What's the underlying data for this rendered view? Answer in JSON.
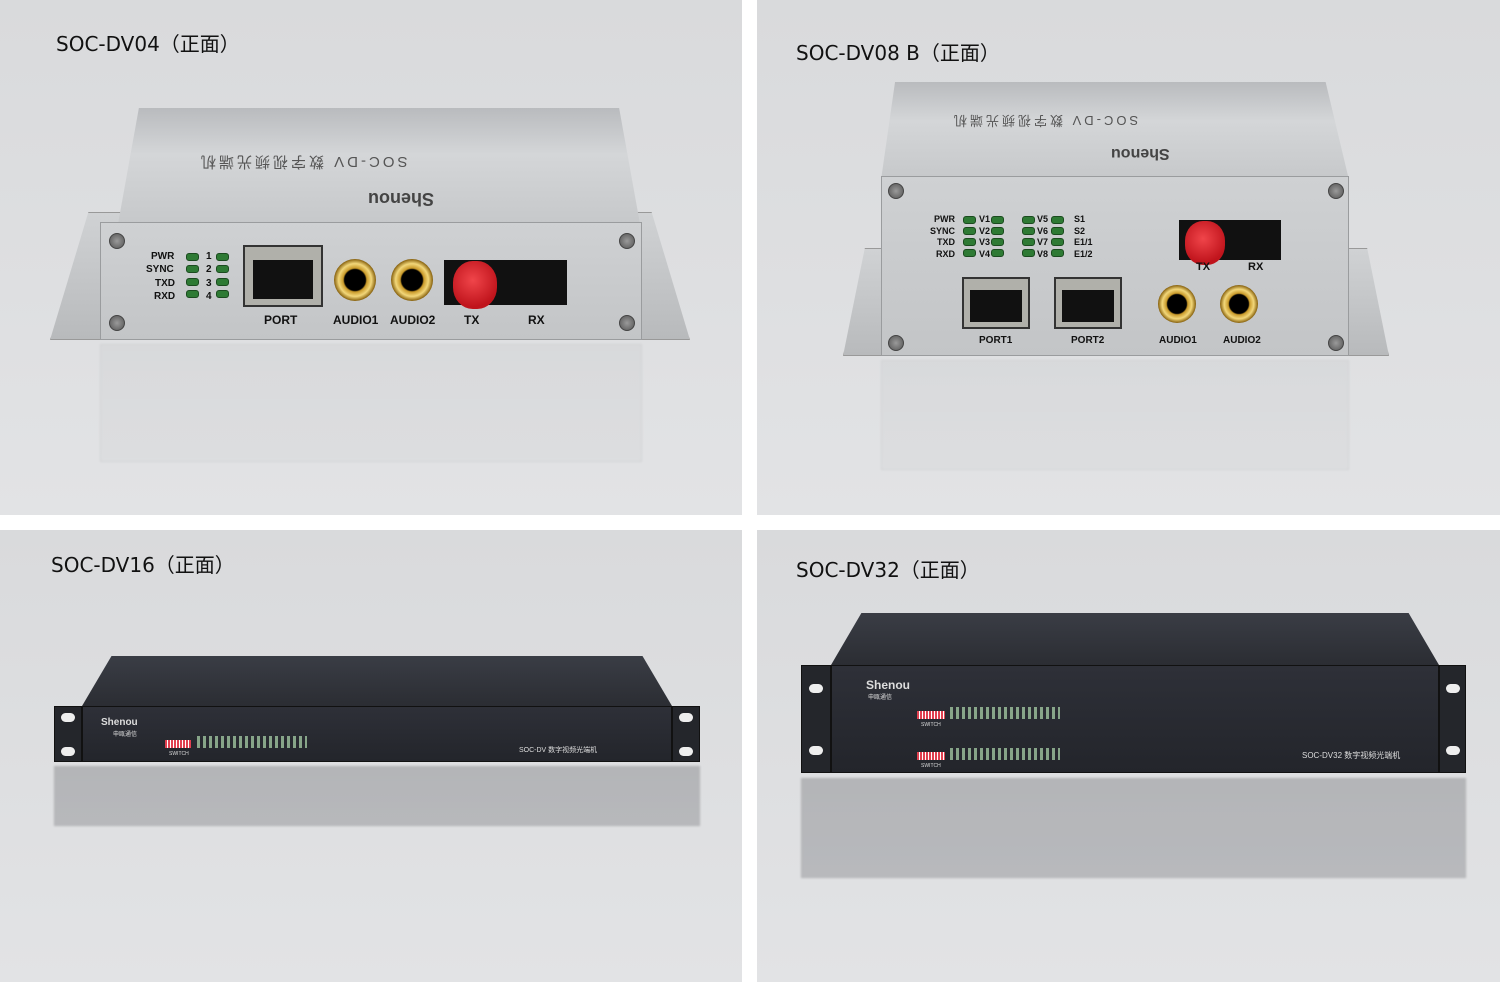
{
  "panels": [
    {
      "title": "SOC-DV04（正面）",
      "device_top_text": "SOC-DV 数字视频光端机",
      "brand": "Shenou",
      "status_labels": [
        "PWR",
        "SYNC",
        "TXD",
        "RXD"
      ],
      "channel_numbers": [
        "1",
        "2",
        "3",
        "4"
      ],
      "ports": [
        "PORT",
        "AUDIO1",
        "AUDIO2",
        "TX",
        "RX"
      ]
    },
    {
      "title": "SOC-DV08 B（正面）",
      "device_top_text": "SOC-DV 数字视频光端机",
      "brand": "Shenou",
      "status_labels": [
        "PWR",
        "SYNC",
        "TXD",
        "RXD"
      ],
      "channels_a": [
        "V1",
        "V2",
        "V3",
        "V4"
      ],
      "channels_b": [
        "V5",
        "V6",
        "V7",
        "V8"
      ],
      "channels_c": [
        "S1",
        "S2",
        "E1/1",
        "E1/2"
      ],
      "ports": [
        "PORT1",
        "PORT2",
        "AUDIO1",
        "AUDIO2",
        "TX",
        "RX"
      ]
    },
    {
      "title": "SOC-DV16（正面）",
      "brand": "Shenou",
      "brand_cn": "申瓯通信",
      "switch_label": "SWITCH",
      "model_text": "SOC-DV 数字视频光端机"
    },
    {
      "title": "SOC-DV32（正面）",
      "brand": "Shenou",
      "brand_cn": "申瓯通信",
      "switch_label": "SWITCH",
      "model_text": "SOC-DV32 数字视频光端机"
    }
  ],
  "colors": {
    "led": "#2e7a34",
    "fiber_cap": "#d01c24",
    "rack": "#2a2c32",
    "background": "#dcdddf"
  }
}
